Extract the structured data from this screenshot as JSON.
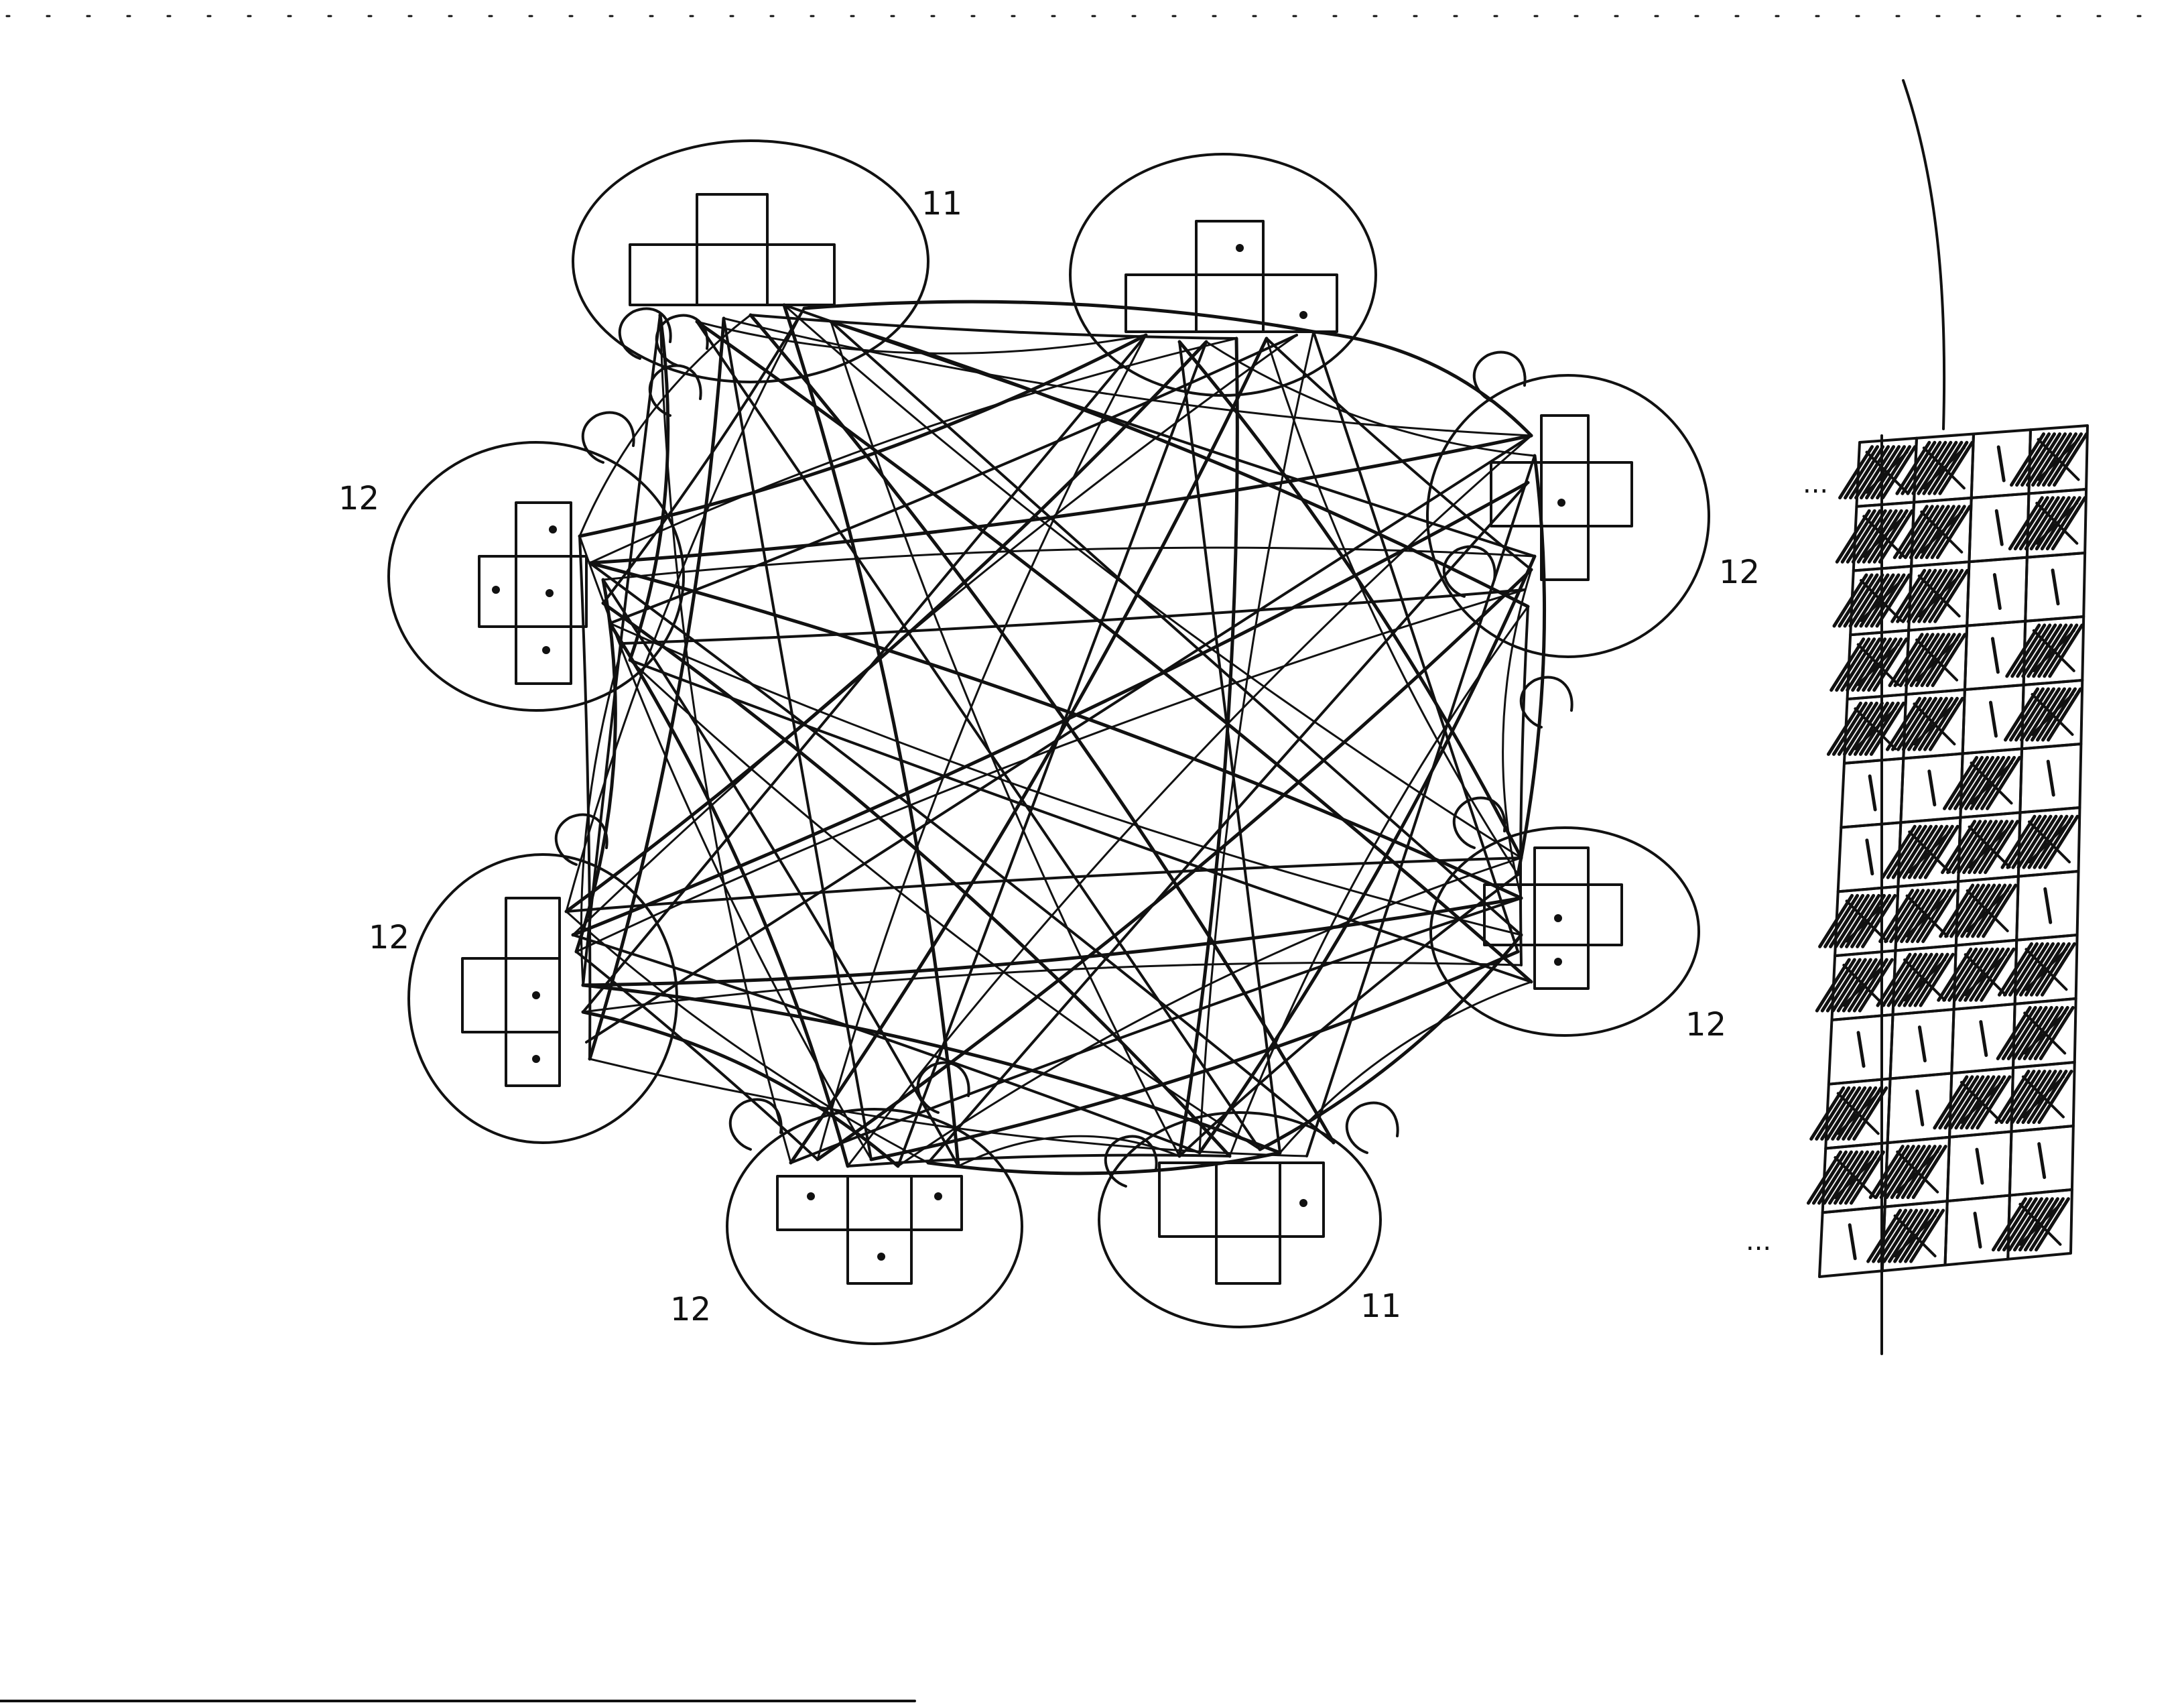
{
  "diagram": {
    "clusters": [
      {
        "id": "c1",
        "label": "11"
      },
      {
        "id": "c2",
        "label": ""
      },
      {
        "id": "c3",
        "label": "12"
      },
      {
        "id": "c4",
        "label": "12"
      },
      {
        "id": "c5",
        "label": "12"
      },
      {
        "id": "c6",
        "label": "12"
      },
      {
        "id": "c7",
        "label": "11"
      },
      {
        "id": "c8",
        "label": "12"
      }
    ],
    "strip": {
      "ellipsis_top": "...",
      "ellipsis_bottom": "...",
      "columns": 4,
      "rows": 13,
      "shaded_cells": [
        [
          0,
          0
        ],
        [
          0,
          1
        ],
        [
          0,
          3
        ],
        [
          1,
          0
        ],
        [
          1,
          1
        ],
        [
          1,
          3
        ],
        [
          2,
          0
        ],
        [
          2,
          1
        ],
        [
          3,
          0
        ],
        [
          3,
          1
        ],
        [
          3,
          3
        ],
        [
          4,
          0
        ],
        [
          4,
          1
        ],
        [
          4,
          3
        ],
        [
          5,
          2
        ],
        [
          6,
          1
        ],
        [
          6,
          2
        ],
        [
          6,
          3
        ],
        [
          7,
          0
        ],
        [
          7,
          1
        ],
        [
          7,
          2
        ],
        [
          8,
          0
        ],
        [
          8,
          1
        ],
        [
          8,
          2
        ],
        [
          8,
          3
        ],
        [
          9,
          3
        ],
        [
          10,
          0
        ],
        [
          10,
          2
        ],
        [
          10,
          3
        ],
        [
          11,
          0
        ],
        [
          11,
          1
        ],
        [
          12,
          1
        ],
        [
          12,
          3
        ]
      ]
    }
  }
}
